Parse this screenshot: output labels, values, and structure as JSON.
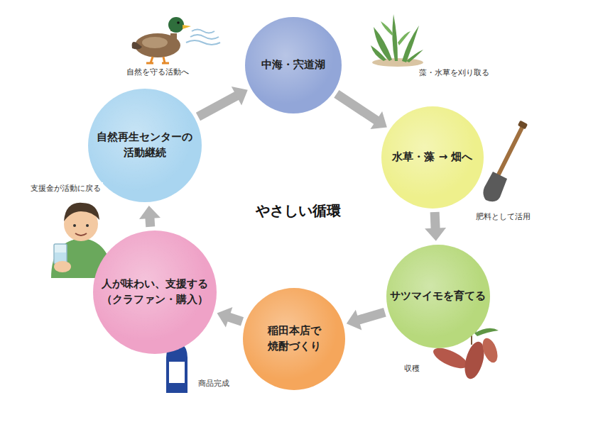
{
  "diagram": {
    "title": "やさしい循環",
    "nodes": [
      {
        "text": [
          "中海・宍道湖"
        ]
      },
      {
        "text": [
          "水草・藻 → 畑へ"
        ]
      },
      {
        "text": [
          "サツマイモを育てる"
        ]
      },
      {
        "text": [
          "稲田本店で 焼酎づくり"
        ]
      },
      {
        "text": [
          "人が味わい、支援する （クラファン・購入）"
        ]
      },
      {
        "text": [
          "自然再生センターの 活動継続"
        ]
      }
    ],
    "edges": [
      {
        "from": 0,
        "to": 1,
        "label": "藻・水草を刈り取る",
        "arrow": "to"
      },
      {
        "from": 1,
        "to": 2,
        "label": "肥料として活用",
        "arrow": "to"
      },
      {
        "from": 2,
        "to": 3,
        "label": "収穫",
        "arrow": "to"
      },
      {
        "from": 3,
        "to": 4,
        "label": "商品完成",
        "arrow": "to"
      },
      {
        "from": 4,
        "to": 5,
        "label": "支援金が活動に戻る",
        "arrow": "to"
      },
      {
        "from": 5,
        "to": 0,
        "label": "自然を守る活動へ",
        "arrow": "to"
      }
    ]
  }
}
